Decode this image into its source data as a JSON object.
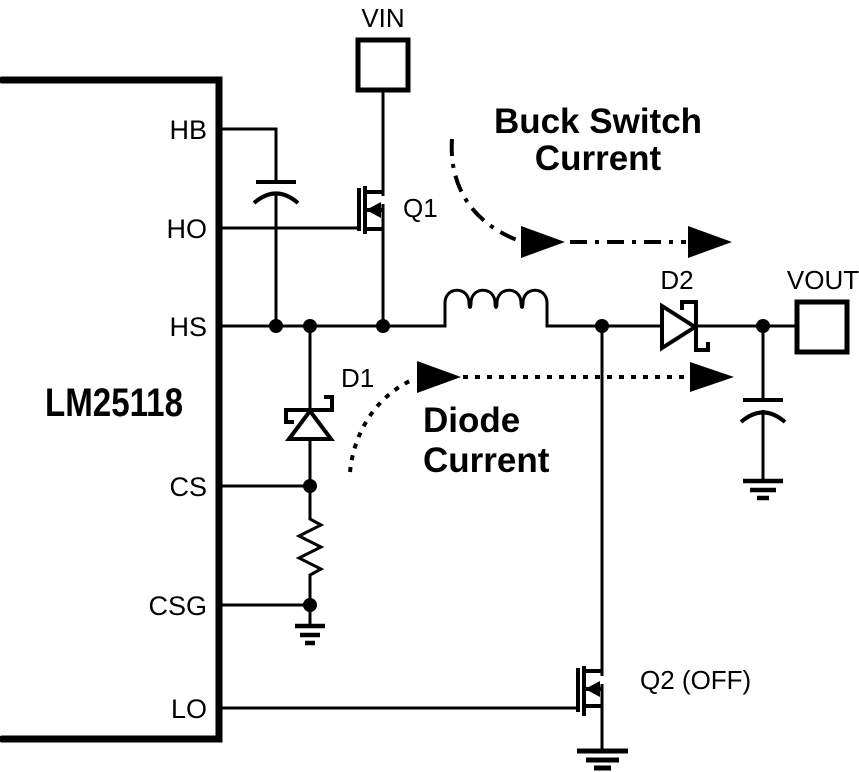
{
  "colors": {
    "line": "#000000",
    "background": "#ffffff"
  },
  "ic": {
    "name": "LM25118",
    "pins": {
      "hb": "HB",
      "ho": "HO",
      "hs": "HS",
      "cs": "CS",
      "csg": "CSG",
      "lo": "LO"
    }
  },
  "terminals": {
    "vin": "VIN",
    "vout": "VOUT"
  },
  "components": {
    "q1": "Q1",
    "d1": "D1",
    "d2": "D2",
    "q2": "Q2 (OFF)"
  },
  "annotations": {
    "buck_switch": {
      "line1": "Buck Switch",
      "line2": "Current"
    },
    "diode": {
      "line1": "Diode",
      "line2": "Current"
    }
  }
}
